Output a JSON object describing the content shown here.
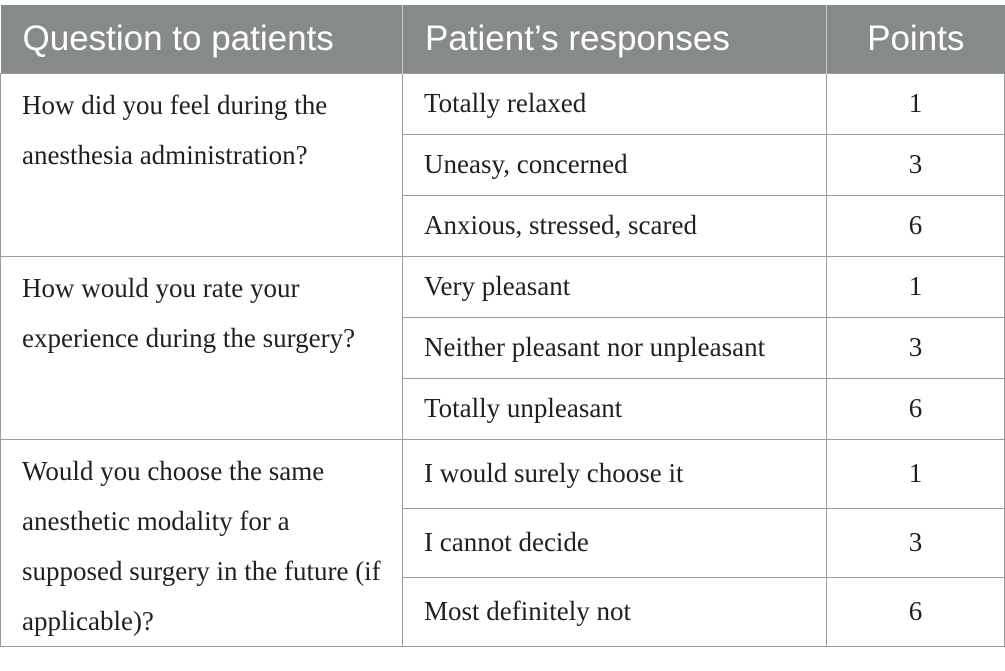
{
  "table": {
    "headers": {
      "question": "Question to patients",
      "response": "Patient’s responses",
      "points": "Points"
    },
    "groups": [
      {
        "question": "How did you feel during the anesthesia administration?",
        "rows": [
          {
            "response": "Totally relaxed",
            "points": "1"
          },
          {
            "response": "Uneasy, concerned",
            "points": "3"
          },
          {
            "response": "Anxious, stressed, scared",
            "points": "6"
          }
        ]
      },
      {
        "question": "How would you rate your experience during the surgery?",
        "rows": [
          {
            "response": "Very pleasant",
            "points": "1"
          },
          {
            "response": "Neither pleasant nor unpleasant",
            "points": "3"
          },
          {
            "response": "Totally unpleasant",
            "points": "6"
          }
        ]
      },
      {
        "question": "Would you choose the same anesthetic modality for a supposed surgery in the future (if applicable)?",
        "rows": [
          {
            "response": "I would surely choose it",
            "points": "1"
          },
          {
            "response": "I cannot decide",
            "points": "3"
          },
          {
            "response": "Most definitely not",
            "points": "6"
          }
        ]
      }
    ]
  }
}
